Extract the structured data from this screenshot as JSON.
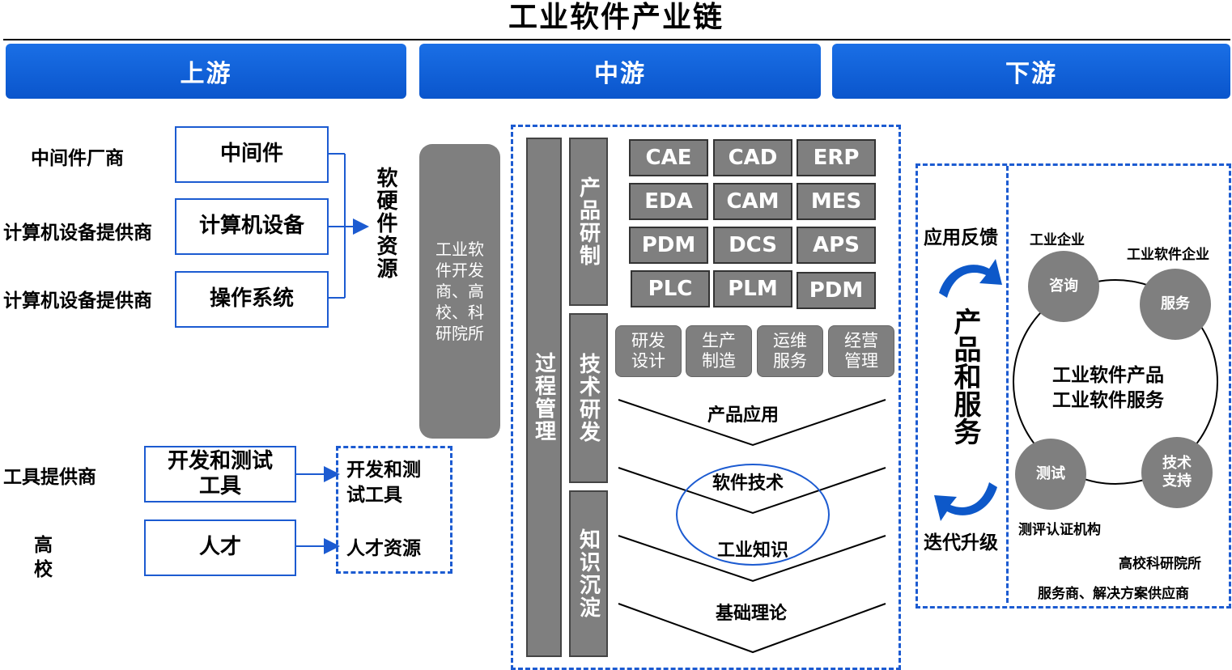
{
  "title": "工业软件产业链",
  "stages": {
    "upstream": "上游",
    "midstream": "中游",
    "downstream": "下游"
  },
  "upstream": {
    "supplier_labels": [
      "中间件厂商",
      "计算机设备提供商",
      "计算机设备提供商"
    ],
    "resource_boxes": [
      "中间件",
      "计算机设备",
      "操作系统"
    ],
    "resource_sink": "软硬件资源",
    "tool_supplier": "工具提供商",
    "university": "高校",
    "tool_box": "开发和测试工具",
    "talent_box": "人才",
    "tool_resource": "开发和测试工具",
    "talent_resource": "人才资源",
    "developers": "工业软件开发商、高校、科研院所"
  },
  "midstream": {
    "process_mgmt": "过程管理",
    "product_rd": "产品研制",
    "tech_rd": "技术研发",
    "knowledge": "知识沉淀",
    "product_grid": [
      "CAE",
      "CAD",
      "ERP",
      "EDA",
      "CAM",
      "MES",
      "PDM",
      "DCS",
      "APS",
      "PLC",
      "PLM",
      "PDM"
    ],
    "phases": [
      "研发设计",
      "生产制造",
      "运维服务",
      "经营管理"
    ],
    "layers": [
      "产品应用",
      "软件技术",
      "工业知识",
      "基础理论"
    ]
  },
  "downstream": {
    "feedback": "应用反馈",
    "product_service": "产品和服务",
    "iteration": "迭代升级",
    "industrial_enterprise": "工业企业",
    "software_enterprise": "工业软件企业",
    "circles": [
      "咨询",
      "服务",
      "测试",
      "技术支持"
    ],
    "center_line1": "工业软件产品",
    "center_line2": "工业软件服务",
    "test_org": "测评认证机构",
    "university_inst": "高校科研院所",
    "service_provider": "服务商、解决方案供应商"
  },
  "colors": {
    "accent": "#1c5bd1",
    "stage_bar": "#0a55cc",
    "gray_block": "#7f7f7f"
  }
}
